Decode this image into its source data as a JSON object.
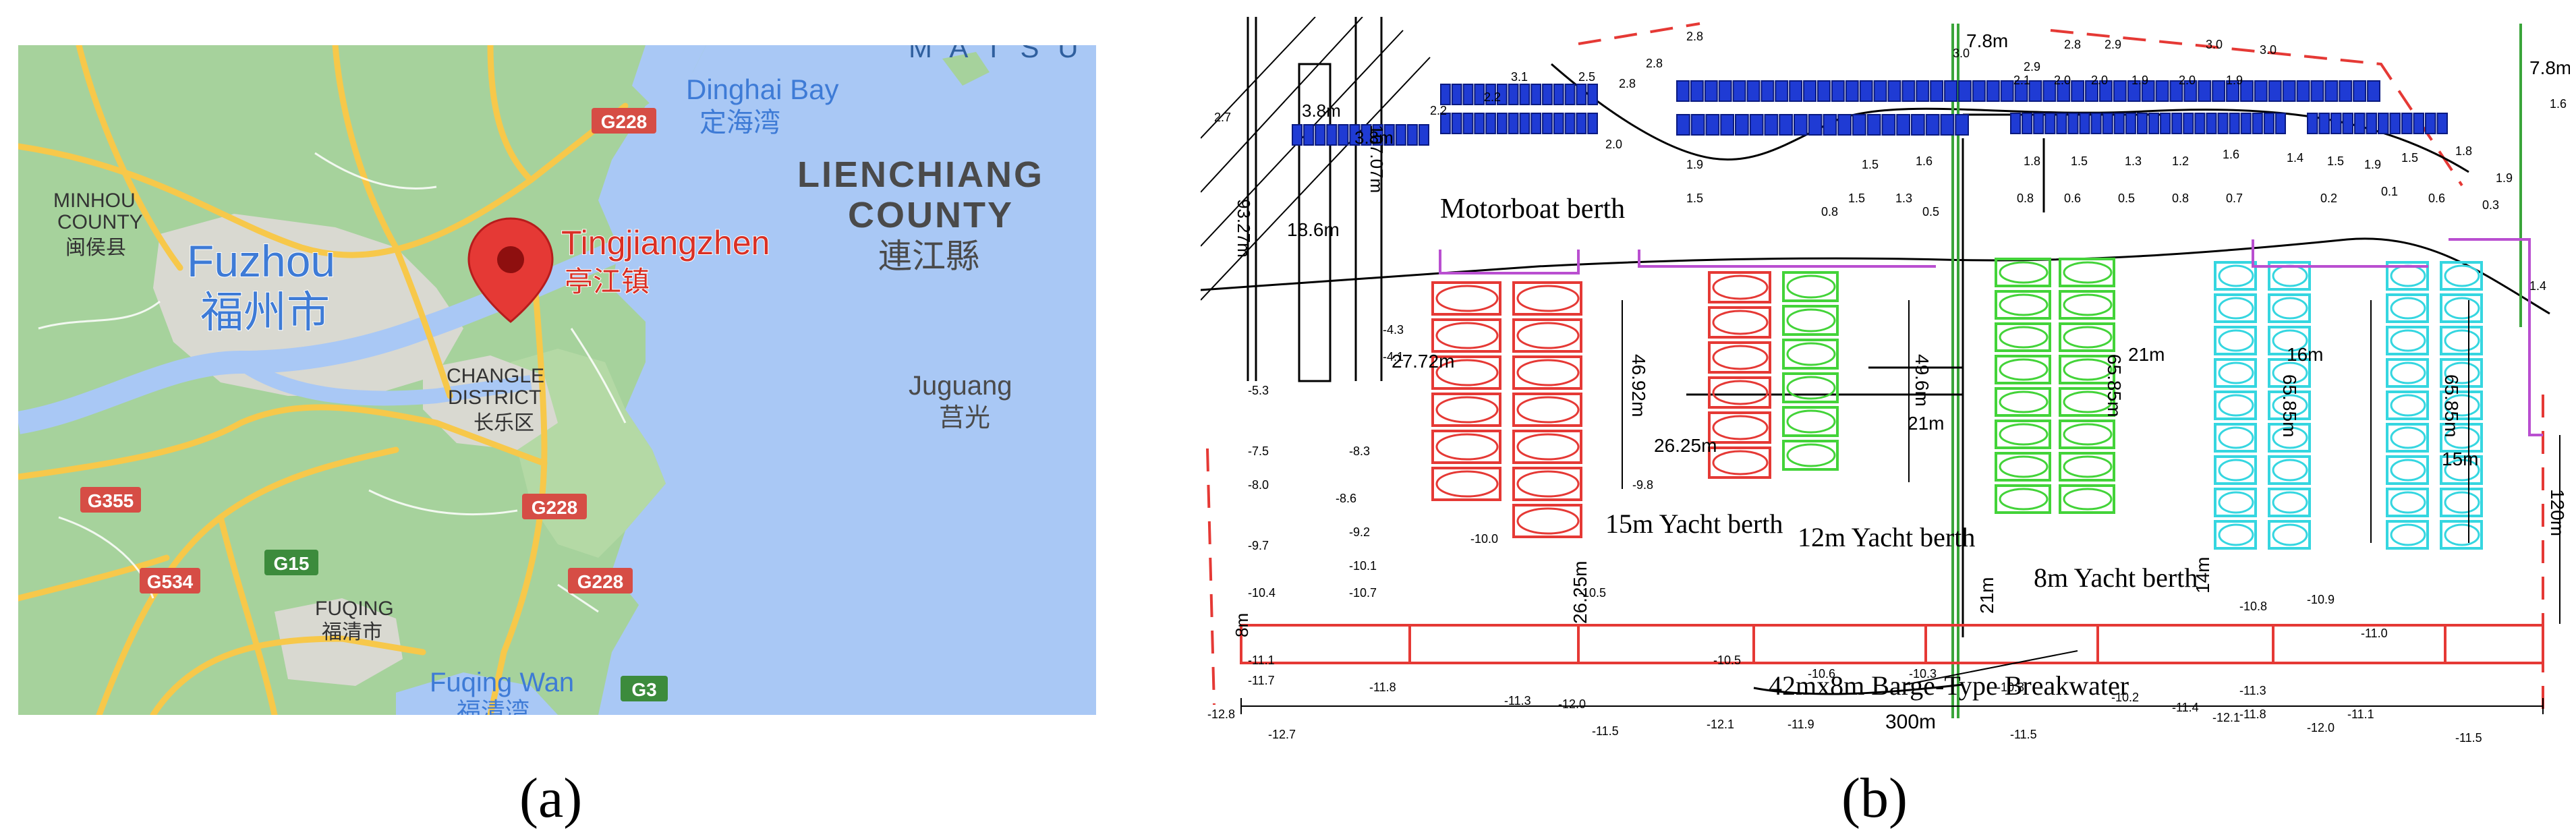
{
  "panel_a": {
    "caption": "(a)",
    "places": {
      "matsu": "M A T S U",
      "dinghai_en": "Dinghai Bay",
      "dinghai_zh": "定海湾",
      "lienchiang_1": "LIENCHIANG",
      "lienchiang_2": "COUNTY",
      "lienchiang_zh": "連江縣",
      "minhou_1": "MINHOU",
      "minhou_2": "COUNTY",
      "minhou_zh": "闽侯县",
      "fuzhou_en": "Fuzhou",
      "fuzhou_zh": "福州市",
      "tingjiang_en": "Tingjiangzhen",
      "tingjiang_zh": "亭江镇",
      "changle_1": "CHANGLE",
      "changle_2": "DISTRICT",
      "changle_zh": "长乐区",
      "juguang_en": "Juguang",
      "juguang_zh": "莒光",
      "fuqing_en": "FUQING",
      "fuqing_zh": "福清市",
      "fuqingwan_en": "Fuqing Wan",
      "fuqingwan_zh": "福清湾"
    },
    "road_shields": {
      "g228_north": "G228",
      "g355": "G355",
      "g534": "G534",
      "g15": "G15",
      "g228_mid": "G228",
      "g228_south": "G228",
      "g3": "G3"
    },
    "colors": {
      "sea": "#a9c8f5",
      "land": "#a6d29c",
      "urban": "#d9d9d1",
      "road": "#f7c84a",
      "pin": "#e53935",
      "place_blue": "#3e7bd6",
      "place_red": "#d93025",
      "shield_red": "#d64d45",
      "shield_green": "#3c8b3c"
    }
  },
  "panel_b": {
    "caption": "(b)",
    "labels": {
      "motorboat_berth": "Motorboat berth",
      "yacht15": "15m Yacht berth",
      "yacht12": "12m Yacht berth",
      "yacht8": "8m Yacht berth",
      "breakwater": "42mx8m Barge-Type Breakwater",
      "total_width": "300m"
    },
    "dimensions": {
      "d_7_8_top": "7.8m",
      "d_7_8_right": "7.8m",
      "d_3_8a": "3.8m",
      "d_3_8b": "3.8m",
      "d_18_6": "18.6m",
      "d_93_27": "93.27m",
      "d_107_07": "107.07m",
      "d_27_72": "27.72m",
      "d_46_92": "46.92m",
      "d_26_25a": "26.25m",
      "d_49_6": "49.6m",
      "d_21a": "21m",
      "d_26_25b": "26.25m",
      "d_65_85a": "65.85m",
      "d_21b": "21m",
      "d_16": "16m",
      "d_65_85b": "65.85m",
      "d_65_85c": "65.85m",
      "d_15": "15m",
      "d_8": "8m",
      "d_21c": "21m",
      "d_14": "14m",
      "d_120": "120m"
    },
    "soundings_top": [
      "2.7",
      "3.1",
      "2.8",
      "2.8",
      "3.0",
      "2.9",
      "2.8",
      "2.9",
      "3.0",
      "3.0",
      "2.5",
      "2.8",
      "2.1",
      "2.0",
      "2.0",
      "1.9",
      "2.0",
      "1.9",
      "2.2",
      "2.2",
      "2.0",
      "1.9",
      "1.5",
      "1.6",
      "1.8",
      "1.5",
      "1.3",
      "1.2",
      "1.6",
      "1.4",
      "1.5",
      "1.9",
      "1.5",
      "1.8",
      "1.9",
      "0.8",
      "0.6",
      "0.5",
      "0.8",
      "0.7",
      "0.2",
      "0.1",
      "0.6",
      "0.3",
      "1.5",
      "1.5",
      "1.3",
      "0.8",
      "0.5",
      "1.4",
      "1.6"
    ],
    "soundings_bottom": [
      "-4.3",
      "-4.1",
      "-5.3",
      "-7.5",
      "-8.0",
      "-9.7",
      "-10.4",
      "-11.1",
      "-11.7",
      "-12.7",
      "-12.8",
      "-8.3",
      "-8.6",
      "-9.2",
      "-10.1",
      "-10.7",
      "-11.8",
      "-12.0",
      "-11.3",
      "-12.1",
      "-10.6",
      "-10.5",
      "-11.5",
      "-11.9",
      "-10.3",
      "-10.2",
      "-11.4",
      "-11.8",
      "-12.0",
      "-11.0",
      "-10.9",
      "-10.8",
      "-12.1",
      "-11.5",
      "-11.1",
      "-10.3",
      "-10.0",
      "-10.5",
      "-9.8",
      "-11.3",
      "-11.5"
    ],
    "colors": {
      "motorboat": "#1f3bd4",
      "yacht15": "#e53935",
      "yacht12": "#43d339",
      "yacht8": "#35d6e0",
      "breakwater": "#e53935",
      "pier": "#b94fd0",
      "contour": "#000000"
    }
  }
}
